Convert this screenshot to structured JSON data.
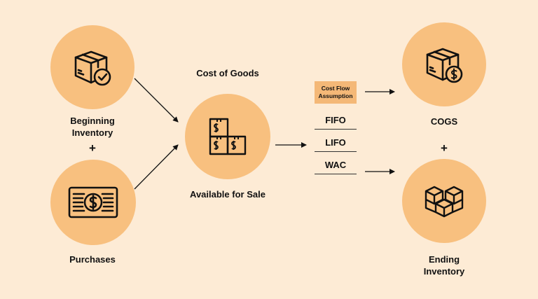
{
  "nodes": {
    "beginning_inventory": {
      "label_line1": "Beginning",
      "label_line2": "Inventory",
      "icon": "box-check-icon"
    },
    "purchases": {
      "label": "Purchases",
      "icon": "cash-icon"
    },
    "available": {
      "title": "Cost of Goods",
      "subtitle": "Available for Sale",
      "icon": "stacked-boxes-icon"
    },
    "cogs": {
      "label": "COGS",
      "icon": "box-dollar-icon"
    },
    "ending_inventory": {
      "label_line1": "Ending",
      "label_line2": "Inventory",
      "icon": "box-stack-icon"
    }
  },
  "plus_left": "+",
  "plus_right": "+",
  "cost_flow": {
    "line1": "Cost Flow",
    "line2": "Assumption"
  },
  "methods": [
    "FIFO",
    "LIFO",
    "WAC"
  ],
  "colors": {
    "background": "#fdebd5",
    "circle": "#f8c07f",
    "tag": "#f4b877",
    "ink": "#111111"
  }
}
